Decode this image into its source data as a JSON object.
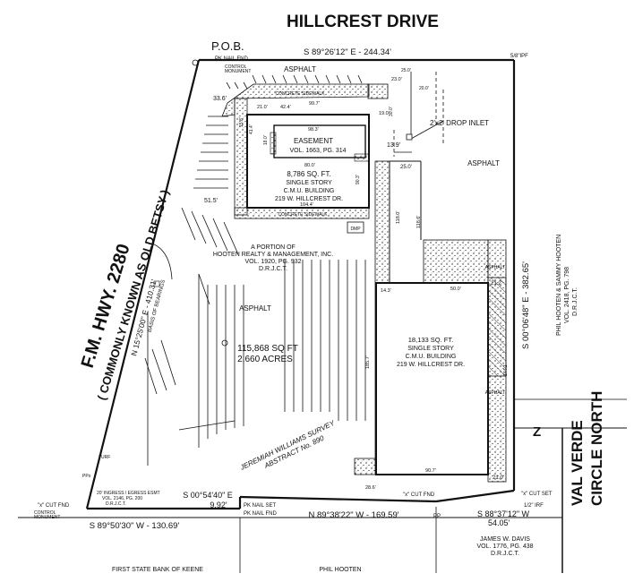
{
  "street_top": "HILLCREST DRIVE",
  "pob": "P.O.B.",
  "highway": {
    "name": "F.M. HWY. 2280",
    "alias": "( COMMONLY KNOWN AS OLD BETSY )"
  },
  "street_right": {
    "line1": "VAL VERDE",
    "line2": "CIRCLE NORTH"
  },
  "bearings": {
    "north": "S 89°26'12\" E - 244.34'",
    "west": "N 15°25'00\" E - 410.31'",
    "west_note": "BASIS OF BEARINGS",
    "east": "S 00°06'48\" E - 382.65'",
    "south_left": "S 89°50'30\" W - 130.69'",
    "south_mid": "N 89°38'22\" W - 169.59'",
    "south_right": "S 88°37'12\" W",
    "south_right_dist": "54.05'",
    "jog": "S 00°54'40\" E",
    "jog_dist": "9.92'"
  },
  "monuments": {
    "pk_nail_fnd_top": "PK NAIL FND",
    "control_monument_top": "CONTROL\nMONUMENT",
    "iron_top_right": "5/8\"IPF",
    "cut_fnd_left": "\"x\" CUT FND",
    "control_monument_bottom": "CONTROL\nMONUMENT",
    "pk_nail_set": "PK NAIL SET",
    "pk_nail_fnd_bottom": "PK NAIL FND",
    "cut_fnd_mid": "\"x\" CUT FND",
    "cut_set_right": "\"x\" CUT SET",
    "iron_bottom_right": "1/2\" IRF",
    "pp_bottom": "PP",
    "ppo": "PPo"
  },
  "labels": {
    "asphalt_north": "ASPHALT",
    "asphalt_east": "ASPHALT",
    "asphalt_center": "ASPHALT",
    "asphalt_small_1": "ASPHALT",
    "asphalt_small_2": "ASPHALT",
    "concrete_sidewalk_1": "CONCRETE SIDEWALK",
    "concrete_sidewalk_2": "CONCRETE SIDEWALK",
    "drop_inlet": "2'x2' DROP INLET",
    "easement": {
      "line1": "EASEMENT",
      "line2": "VOL. 1663, PG. 314"
    },
    "turf": "TURF",
    "dmp": "DMP",
    "ingress": "20' INGRESS / EGRESS ESMT\nVOL. 2146, PG. 200\nD.R.J.C.T.",
    "z_mark": "Z"
  },
  "building_small": {
    "area": "8,786 SQ. FT.",
    "type": "SINGLE STORY",
    "material": "C.M.U. BUILDING",
    "address": "219 W. HILLCREST DR."
  },
  "building_large": {
    "area": "18,133 SQ. FT.",
    "type": "SINGLE STORY",
    "material": "C.M.U. BUILDING",
    "address": "219 W. HILLCREST DR."
  },
  "parcel": {
    "line1": "A PORTION OF",
    "line2": "HOOTEN REALTY & MANAGEMENT, INC.",
    "line3": "VOL. 1920, PG. 932",
    "line4": "D.R.J.C.T.",
    "area_sqft": "115,868 SQ FT",
    "area_acres": "2.660 ACRES"
  },
  "survey": {
    "line1": "JEREMIAH WILLIAMS SURVEY",
    "line2": "ABSTRACT No. 890"
  },
  "adjoiners": {
    "east": {
      "line1": "PHIL HOOTEN & SAMMY HOOTEN",
      "line2": "VOL. 2418, PG. 798",
      "line3": "D.R.J.C.T."
    },
    "south_right": {
      "line1": "JAMES W. DAVIS",
      "line2": "VOL. 1776, PG. 438",
      "line3": "D.R.J.C.T."
    },
    "south_left": "FIRST STATE BANK OF KEENE",
    "south_mid": "PHIL HOOTEN"
  },
  "dims": {
    "d1": "33.6'",
    "d2": "21.0'",
    "d3": "42.4'",
    "d4": "99.7'",
    "d5": "23.0'",
    "d6": "19.0'",
    "d7": "98.3'",
    "d8": "80.0'",
    "d9": "104.4'",
    "d10": "25.0'",
    "d11": "13.9'",
    "d12": "20.0'",
    "d13": "51.5'",
    "d14": "50.0'",
    "d15": "118.0'",
    "d16": "118.6'",
    "d17": "14.3'",
    "d18": "21.2'",
    "d19": "90.7'",
    "d20": "21.0'",
    "d21": "28.6'",
    "d22": "185.7'",
    "d23": "15.8'",
    "d24": "41.4'",
    "d25": "18.0'",
    "d26": "90.3'",
    "d27": "144.1'",
    "d28": "30.0'",
    "d29": "25.0'"
  }
}
